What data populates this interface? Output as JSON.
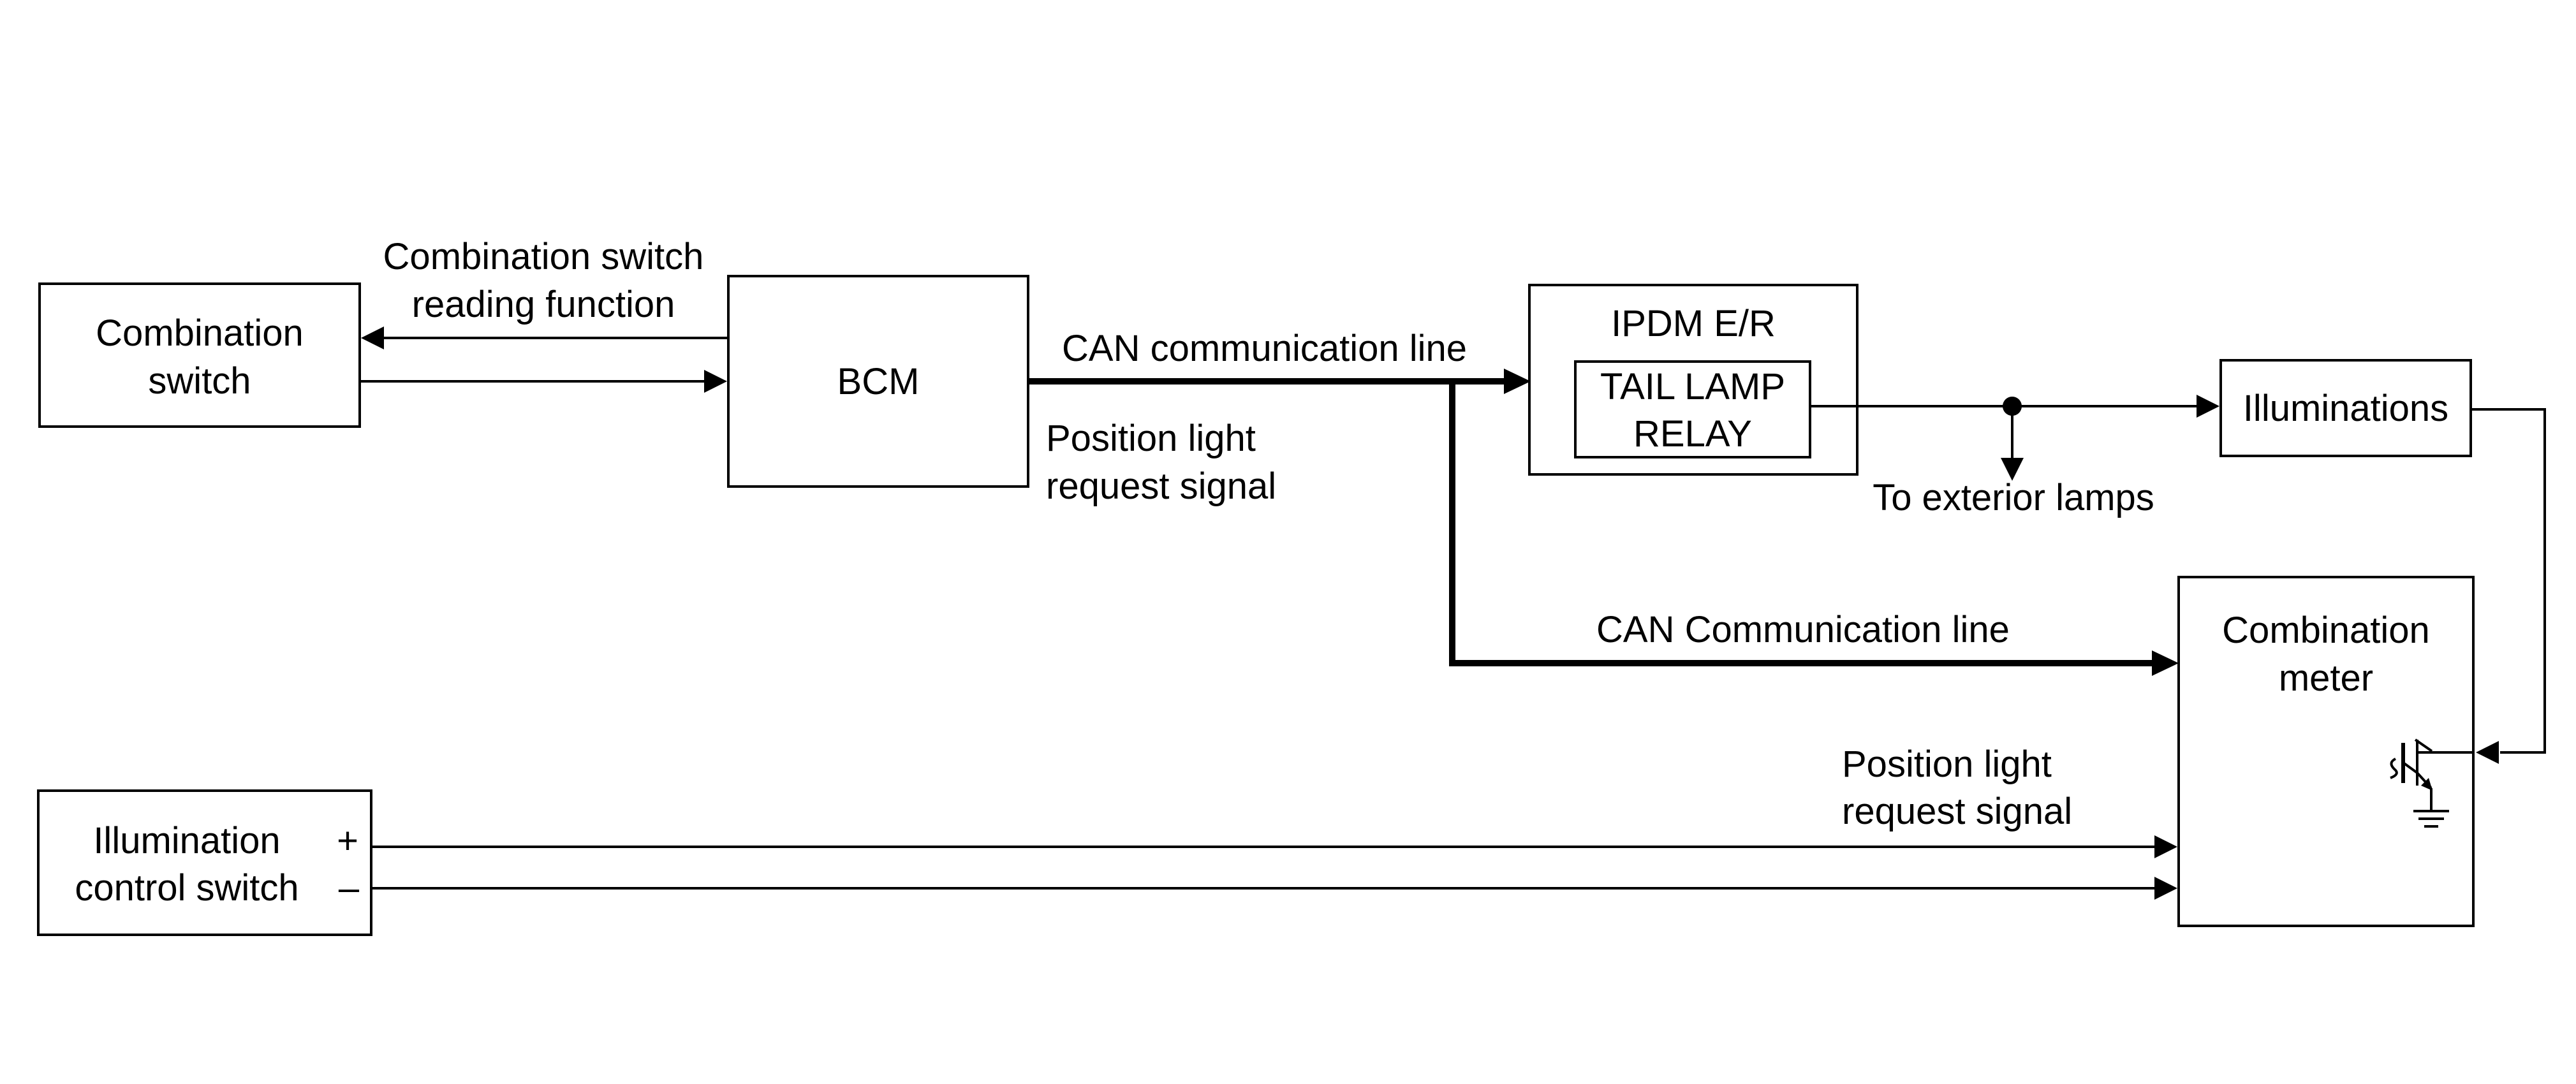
{
  "blocks": {
    "combination_switch": [
      "Combination",
      "switch"
    ],
    "bcm": "BCM",
    "ipdm": "IPDM E/R",
    "tail_lamp_relay": [
      "TAIL LAMP",
      "RELAY"
    ],
    "illuminations": "Illuminations",
    "combination_meter": [
      "Combination",
      "meter"
    ],
    "illumination_control_switch": [
      "Illumination",
      "control switch"
    ]
  },
  "labels": {
    "reading_function": [
      "Combination switch",
      "reading function"
    ],
    "can_line_top": "CAN communication line",
    "position_request_top": [
      "Position light",
      "request signal"
    ],
    "can_line_lower": "CAN Communication line",
    "to_exterior_lamps": "To exterior lamps",
    "position_request_bottom": [
      "Position light",
      "request signal"
    ],
    "plus_terminal": "+",
    "minus_terminal": "–"
  }
}
